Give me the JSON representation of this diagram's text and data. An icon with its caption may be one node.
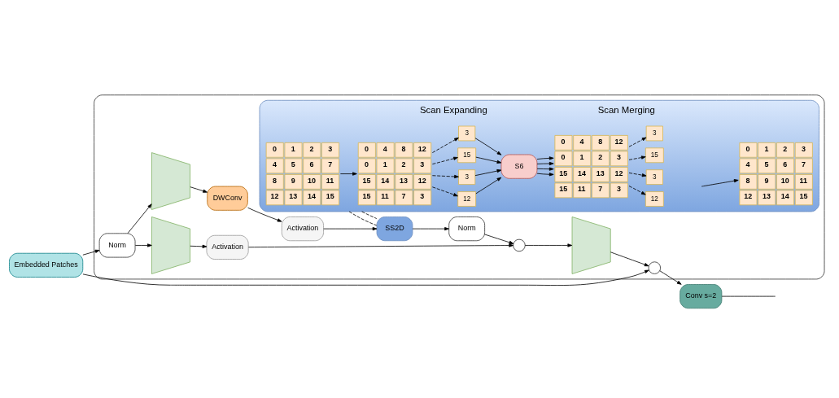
{
  "diagram": {
    "nodes": [
      {
        "text": [],
        "shape": "box"
      },
      {
        "text": [
          "Scan Expanding",
          "Scan Merging"
        ],
        "in": 0
      },
      {
        "text": [
          "0",
          "1",
          "2",
          "3",
          "4",
          "5",
          "6",
          "7",
          "8",
          "9",
          "10",
          "11",
          "12",
          "13",
          "14",
          "15"
        ],
        "in": 1
      },
      {
        "text": [
          "0",
          "4",
          "8",
          "12",
          "0",
          "1",
          "2",
          "3",
          "15",
          "14",
          "13",
          "12",
          "15",
          "11",
          "7",
          "3"
        ],
        "in": 1
      },
      {
        "text": [
          "3"
        ],
        "in": 1
      },
      {
        "text": [
          "15"
        ],
        "in": 1
      },
      {
        "text": [
          "3"
        ],
        "in": 1
      },
      {
        "text": [
          "12"
        ],
        "in": 1
      },
      {
        "text": [
          "S6"
        ],
        "in": 1
      },
      {
        "text": [
          "0",
          "4",
          "8",
          "12",
          "0",
          "1",
          "2",
          "3",
          "15",
          "14",
          "13",
          "12",
          "15",
          "11",
          "7",
          "3"
        ],
        "in": 1
      },
      {
        "text": [
          "3"
        ],
        "in": 1
      },
      {
        "text": [
          "15"
        ],
        "in": 1
      },
      {
        "text": [
          "3"
        ],
        "in": 1
      },
      {
        "text": [
          "12"
        ],
        "in": 1
      },
      {
        "text": [
          "0",
          "1",
          "2",
          "3",
          "4",
          "5",
          "6",
          "7",
          "8",
          "9",
          "10",
          "11",
          "12",
          "13",
          "14",
          "15"
        ],
        "in": 1
      },
      {
        "text": [
          "Embedded Patches"
        ]
      },
      {
        "text": [
          "Norm"
        ],
        "in": 0
      },
      {
        "text": [],
        "shape": "trapezoid",
        "in": 0
      },
      {
        "text": [],
        "shape": "trapezoid",
        "in": 0
      },
      {
        "text": [
          "DWConv"
        ],
        "in": 0
      },
      {
        "text": [
          "Activation"
        ],
        "in": 0
      },
      {
        "text": [
          "SS2D"
        ],
        "in": 0
      },
      {
        "text": [
          "Norm"
        ],
        "in": 0
      },
      {
        "text": [
          "Activation"
        ],
        "in": 0
      },
      {
        "text": [],
        "shape": "circle",
        "in": 0
      },
      {
        "text": [],
        "shape": "trapezoid",
        "in": 0
      },
      {
        "text": [],
        "shape": "circle",
        "in": 0
      },
      {
        "text": [
          "Conv s=2"
        ]
      }
    ],
    "edges": [
      {
        "from": 2,
        "to": 3,
        "arrow": "to"
      },
      {
        "from": 3,
        "to": 4,
        "arrow": "to",
        "style": "dashed"
      },
      {
        "from": 3,
        "to": 5,
        "arrow": "to",
        "style": "dashed"
      },
      {
        "from": 3,
        "to": 6,
        "arrow": "to",
        "style": "dashed"
      },
      {
        "from": 3,
        "to": 7,
        "arrow": "to",
        "style": "dashed"
      },
      {
        "from": 4,
        "to": 8,
        "arrow": "to"
      },
      {
        "from": 5,
        "to": 8,
        "arrow": "to"
      },
      {
        "from": 6,
        "to": 8,
        "arrow": "to"
      },
      {
        "from": 7,
        "to": 8,
        "arrow": "to"
      },
      {
        "from": 8,
        "to": 9,
        "arrow": "to"
      },
      {
        "from": 8,
        "to": 9,
        "arrow": "to"
      },
      {
        "from": 8,
        "to": 9,
        "arrow": "to"
      },
      {
        "from": 8,
        "to": 9,
        "arrow": "to"
      },
      {
        "from": 9,
        "to": 10,
        "arrow": "to",
        "style": "dashed"
      },
      {
        "from": 9,
        "to": 11,
        "arrow": "to",
        "style": "dashed"
      },
      {
        "from": 9,
        "to": 12,
        "arrow": "to",
        "style": "dashed"
      },
      {
        "from": 9,
        "to": 13,
        "arrow": "to",
        "style": "dashed"
      },
      {
        "from": null,
        "to": 14,
        "arrow": "to"
      },
      {
        "from": 1,
        "to": 21,
        "arrow": "none",
        "style": "dashed"
      },
      {
        "from": 1,
        "to": 21,
        "arrow": "none",
        "style": "dashed"
      },
      {
        "from": 15,
        "to": 16,
        "arrow": "to"
      },
      {
        "from": 15,
        "to": 26,
        "arrow": "to"
      },
      {
        "from": 16,
        "to": 17,
        "arrow": "to"
      },
      {
        "from": 16,
        "to": 18,
        "arrow": "to"
      },
      {
        "from": 17,
        "to": 19,
        "arrow": "to"
      },
      {
        "from": 19,
        "to": 20,
        "arrow": "to"
      },
      {
        "from": 20,
        "to": 21,
        "arrow": "to"
      },
      {
        "from": 21,
        "to": 22,
        "arrow": "to"
      },
      {
        "from": 22,
        "to": 24,
        "arrow": "to"
      },
      {
        "from": 18,
        "to": 23,
        "arrow": "to"
      },
      {
        "from": 23,
        "to": 24,
        "arrow": "to"
      },
      {
        "from": 24,
        "to": 25,
        "arrow": "to"
      },
      {
        "from": 25,
        "to": 26,
        "arrow": "to"
      },
      {
        "from": 26,
        "to": 27,
        "arrow": "to"
      },
      {
        "from": 27,
        "to": null,
        "arrow": "none"
      }
    ]
  }
}
